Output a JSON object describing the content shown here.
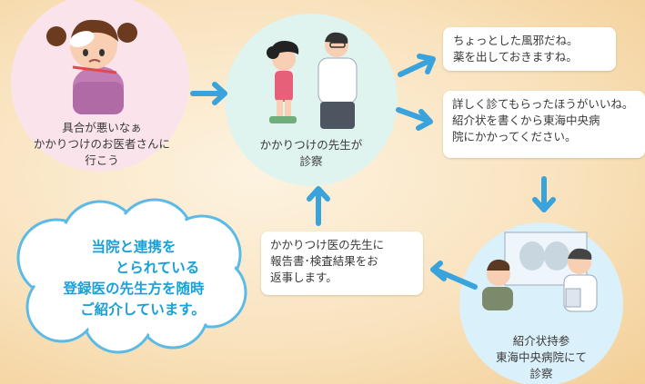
{
  "flow": {
    "patient": {
      "lines": [
        "具合が悪いなぁ",
        "かかりつけのお医者さんに",
        "行こう"
      ]
    },
    "clinic": {
      "lines": [
        "かかりつけの先生が",
        "診察"
      ]
    },
    "bubble_mild": {
      "lines": [
        "ちょっとした風邪だね。",
        "薬を出しておきますね。"
      ]
    },
    "bubble_referral": {
      "lines": [
        "詳しく診てもらったほうがいいね。",
        "紹介状を書くから東海中央病",
        "院にかかってください。"
      ]
    },
    "hospital": {
      "lines": [
        "紹介状持参",
        "東海中央病院にて",
        "診察"
      ]
    },
    "bubble_report": {
      "lines": [
        "かかりつけ医の先生に",
        "報告書･検査結果をお",
        "返事します。"
      ]
    }
  },
  "cloud": {
    "lines": [
      "当院と連携を",
      "とられている",
      "登録医の先生方を随時",
      "ご紹介しています。"
    ]
  },
  "colors": {
    "circle_patient": "#fbe3ec",
    "circle_clinic": "#dff3ef",
    "circle_hospital": "#daf0fa",
    "arrow": "#3aa3dc",
    "cloud_text": "#1aa0d8",
    "cloud_border": "#5bbbe6"
  }
}
